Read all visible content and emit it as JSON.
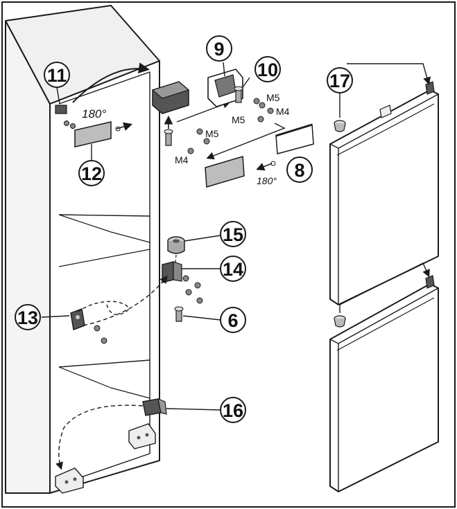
{
  "callouts": {
    "c6": "6",
    "c8": "8",
    "c9": "9",
    "c10": "10",
    "c11": "11",
    "c12": "12",
    "c13": "13",
    "c14": "14",
    "c15": "15",
    "c16": "16",
    "c17": "17"
  },
  "screws": {
    "m5_a": "M5",
    "m5_b": "M5",
    "m4_a": "M4",
    "m5_c": "M5",
    "m4_b": "M4"
  },
  "angles": {
    "top": "180°",
    "cover": "180°"
  },
  "colors": {
    "line": "#1a1a1a",
    "part_fill": "#bdbdbd",
    "dark_part": "#555555",
    "background": "#ffffff"
  }
}
